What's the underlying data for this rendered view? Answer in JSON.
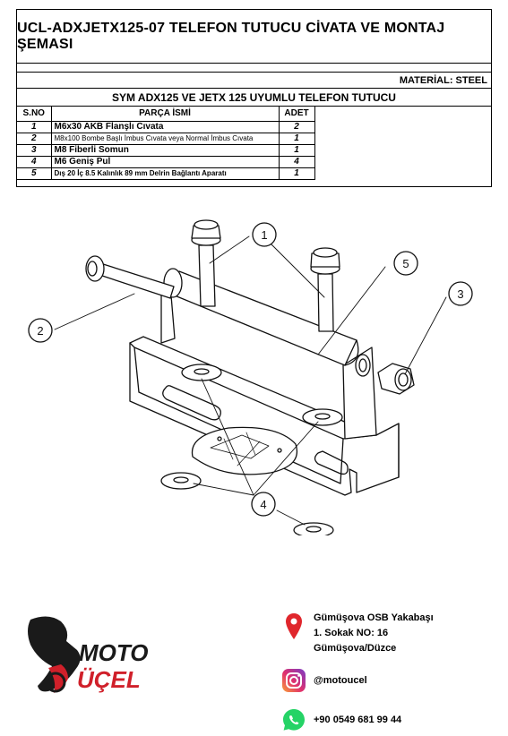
{
  "document": {
    "title": "UCL-ADXJETX125-07 TELEFON TUTUCU CİVATA VE MONTAJ ŞEMASI",
    "material": "MATERİAL: STEEL",
    "subtitle": "SYM ADX125 VE JETX 125 UYUMLU TELEFON TUTUCU"
  },
  "table": {
    "headers": [
      "S.NO",
      "PARÇA İSMİ",
      "ADET"
    ],
    "rows": [
      {
        "no": "1",
        "name": "M6x30 AKB Flanşlı Cıvata",
        "qty": "2"
      },
      {
        "no": "2",
        "name": "M8x100 Bombe Başlı İmbus Cıvata veya Normal İmbus Cıvata",
        "qty": "1"
      },
      {
        "no": "3",
        "name": "M8 Fiberli Somun",
        "qty": "1"
      },
      {
        "no": "4",
        "name": "M6 Geniş Pul",
        "qty": "4"
      },
      {
        "no": "5",
        "name": "Dış 20 İç 8.5 Kalınlık 89 mm Delrin Bağlantı Aparatı",
        "qty": "1"
      }
    ]
  },
  "callouts": [
    "1",
    "2",
    "3",
    "4",
    "5"
  ],
  "brand": {
    "line1": "MOTO",
    "line2": "ÜÇEL",
    "colors": {
      "red": "#d0202a",
      "dark": "#1a1a1a"
    }
  },
  "contact": {
    "address1": "Gümüşova OSB Yakabaşı",
    "address2": "1. Sokak NO: 16",
    "address3": "Gümüşova/Düzce",
    "instagram": "@motoucel",
    "phone": "+90 0549 681 99 44"
  },
  "icons": [
    "location-pin-icon",
    "instagram-icon",
    "whatsapp-icon"
  ]
}
